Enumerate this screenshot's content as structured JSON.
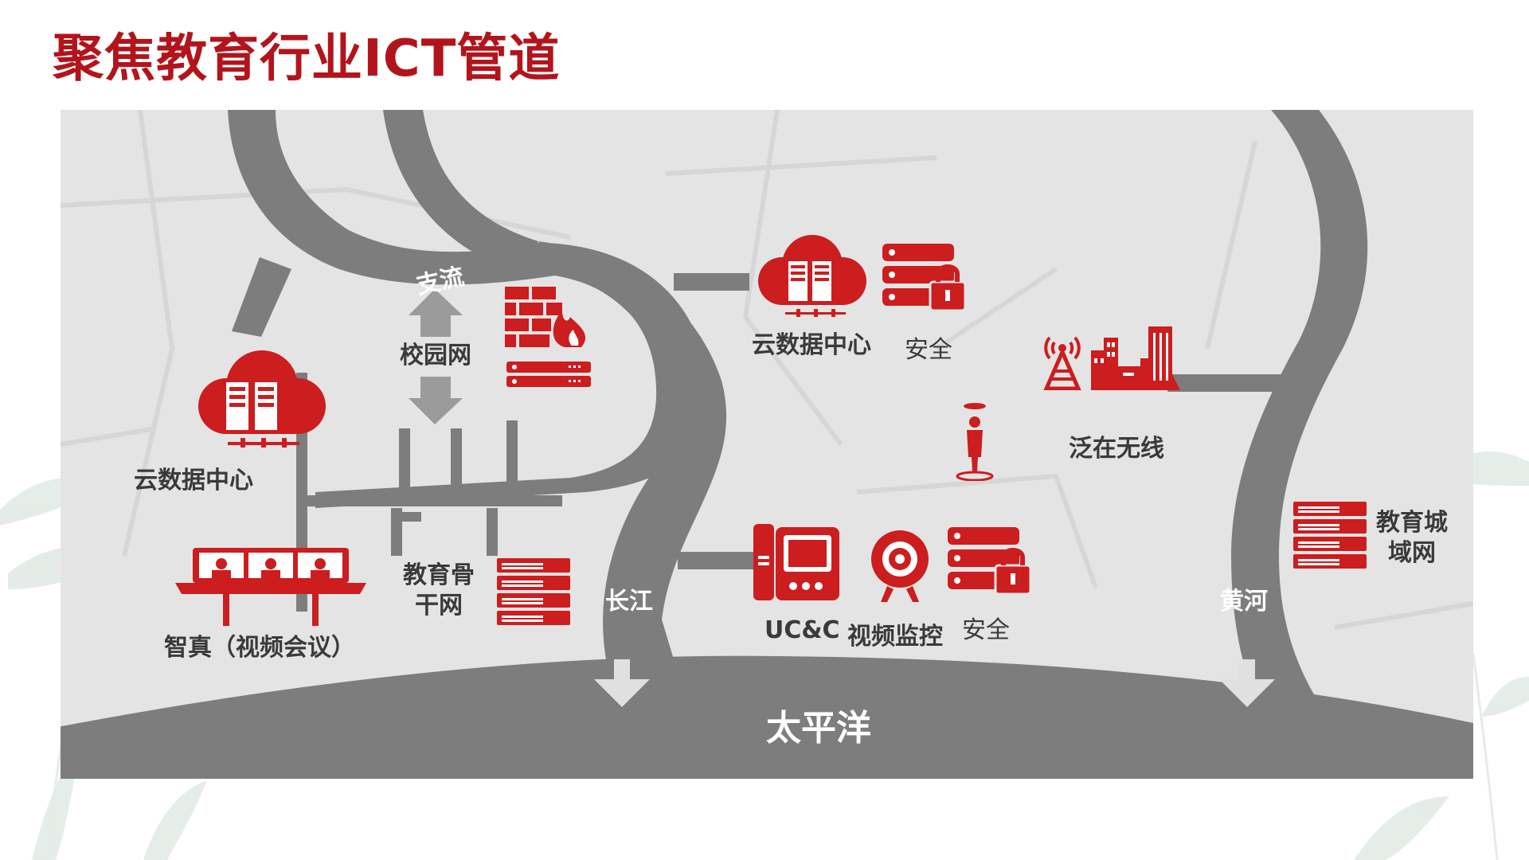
{
  "title": "聚焦教育行业ICT管道",
  "colors": {
    "brand_red": "#cc1d1f",
    "road_gray": "#7d7d7d",
    "title_red": "#b3141b"
  },
  "map": {
    "ocean_label": "太平洋",
    "rivers": {
      "tributary": "支流",
      "yangtze": "长江",
      "yellow_river": "黄河"
    },
    "campus_network": "校园网",
    "left_cloud_dc": "云数据中心",
    "telepresence": "智真（视频会议）",
    "backbone": {
      "line1": "教育骨",
      "line2": "干网"
    },
    "top_cloud_dc": "云数据中心",
    "top_security": "安全",
    "wireless": "泛在无线",
    "ucc": "UC&C",
    "video_surveillance": "视频监控",
    "bottom_security": "安全",
    "metro_network": {
      "line1": "教育城",
      "line2": "域网"
    }
  },
  "icons": [
    "cloud-datacenter-icon",
    "firewall-icon",
    "router-icon",
    "security-lock-icon",
    "wireless-tower-icon",
    "buildings-icon",
    "person-icon",
    "phone-icon",
    "camera-icon",
    "server-rack-icon",
    "conference-table-icon"
  ]
}
